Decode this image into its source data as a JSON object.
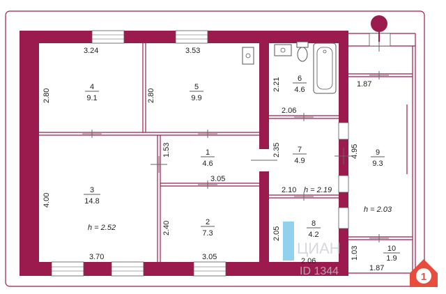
{
  "rooms": [
    {
      "number": "1",
      "area": "4.6"
    },
    {
      "number": "2",
      "area": "7.3"
    },
    {
      "number": "3",
      "area": "14.8"
    },
    {
      "number": "4",
      "area": "9.1"
    },
    {
      "number": "5",
      "area": "9.9"
    },
    {
      "number": "6",
      "area": "4.6"
    },
    {
      "number": "7",
      "area": "4.9"
    },
    {
      "number": "8",
      "area": "4.2"
    },
    {
      "number": "9",
      "area": "9.3"
    },
    {
      "number": "10",
      "area": "1.9"
    }
  ],
  "dimensions": {
    "r4_width": "3.24",
    "r5_width": "3.53",
    "r4_height": "2.80",
    "r5_height": "2.80",
    "r6_height": "2.21",
    "r6_width": "2.06",
    "r7_height": "2.35",
    "r7_width": "2.10",
    "r1_height": "1.53",
    "r1_width": "3.05",
    "r3_height": "4.00",
    "r3_width": "3.70",
    "r2_height": "2.40",
    "r2_width": "3.05",
    "r8_height": "2.05",
    "r8_width": "2.06",
    "r9_top_width": "1.87",
    "r9_height": "4.95",
    "r10_height": "1.03",
    "r10_width": "1.87"
  },
  "ceiling_heights": {
    "main": "h = 2.52",
    "corridor": "h = 2.19",
    "balcony": "h = 2.03"
  },
  "watermark": {
    "text": "ЦИАН",
    "id": "ID 1344"
  },
  "colors": {
    "wall": "#9b1b4f",
    "badge": "#e84c3d"
  },
  "badge": {
    "number": "1"
  }
}
